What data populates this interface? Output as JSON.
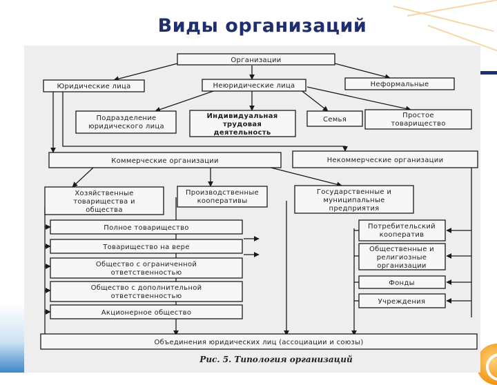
{
  "slide": {
    "title": "Виды организаций"
  },
  "diagram": {
    "nodes": {
      "org": "Организации",
      "legal": "Юридические лица",
      "nonlegal": "Неюридические лица",
      "informal": "Неформальные",
      "subdiv": [
        "Подразделение",
        "юридического лица"
      ],
      "individual": [
        "Индивидуальная",
        "трудовая",
        "деятельность"
      ],
      "family": "Семья",
      "simple": [
        "Простое",
        "товарищество"
      ],
      "commercial": "Коммерческие организации",
      "noncommercial": "Некоммерческие организации",
      "business": [
        "Хозяйственные",
        "товарищества и",
        "общества"
      ],
      "production": [
        "Производственные",
        "кооперативы"
      ],
      "state": [
        "Государственные и",
        "муниципальные",
        "предприятия"
      ],
      "full": "Полное товарищество",
      "limited_partner": "Товарищество на вере",
      "llc": [
        "Общество с ограниченной",
        "ответственностью"
      ],
      "alc": [
        "Общество с дополнительной",
        "ответственностью"
      ],
      "jsc": "Акционерное общество",
      "consumer": [
        "Потребительский",
        "кооператив"
      ],
      "public": [
        "Общественные и",
        "религиозные",
        "организации"
      ],
      "funds": "Фонды",
      "institutions": "Учреждения",
      "associations": "Объединения юридических лиц (ассоциации и союзы)"
    },
    "caption": "Рис. 5. Типология организаций"
  }
}
